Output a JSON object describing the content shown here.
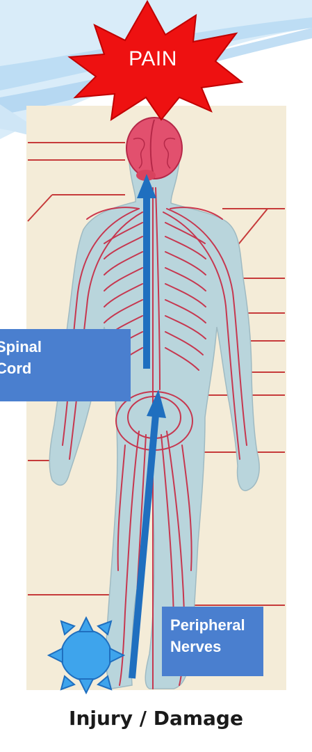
{
  "pain_label": "PAIN",
  "spinal_cord": {
    "line1": "Spinal",
    "line2": "Cord"
  },
  "peripheral_nerves": {
    "line1": "Peripheral",
    "line2": "Nerves"
  },
  "caption": "Injury / Damage",
  "colors": {
    "pain_burst": "#ee1111",
    "label_box": "#4a7fcf",
    "arrow": "#1f6fbf",
    "sun": "#3ea4ec",
    "body_fill": "#b9d5dc",
    "nerve": "#c82640",
    "background_swoosh": "#cfe6f6"
  },
  "icons": [
    "pain-burst-icon",
    "injury-sun-icon",
    "brain-icon"
  ]
}
